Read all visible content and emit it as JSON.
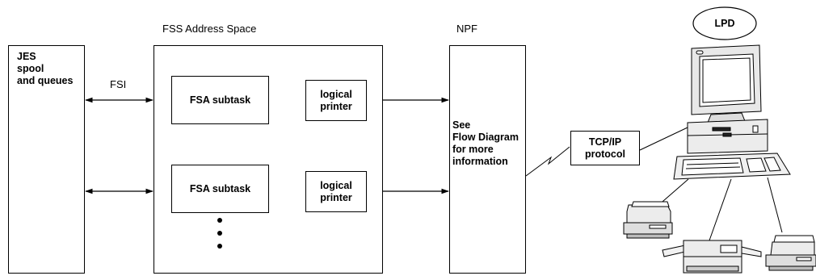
{
  "diagram": {
    "fss_address_space_label": "FSS Address Space",
    "npf_label": "NPF",
    "fsi_label": "FSI",
    "jes_box": {
      "line1": "JES",
      "line2": "spool",
      "line3": "and queues"
    },
    "fsa_subtasks": [
      {
        "label": "FSA subtask",
        "printer_line1": "logical",
        "printer_line2": "printer"
      },
      {
        "label": "FSA subtask",
        "printer_line1": "logical",
        "printer_line2": "printer"
      }
    ],
    "npf_box": {
      "line1": "See",
      "line2": "Flow Diagram",
      "line3": "for more",
      "line4": "information"
    },
    "tcpip_box": {
      "line1": "TCP/IP",
      "line2": "protocol"
    },
    "lpd_label": "LPD"
  }
}
